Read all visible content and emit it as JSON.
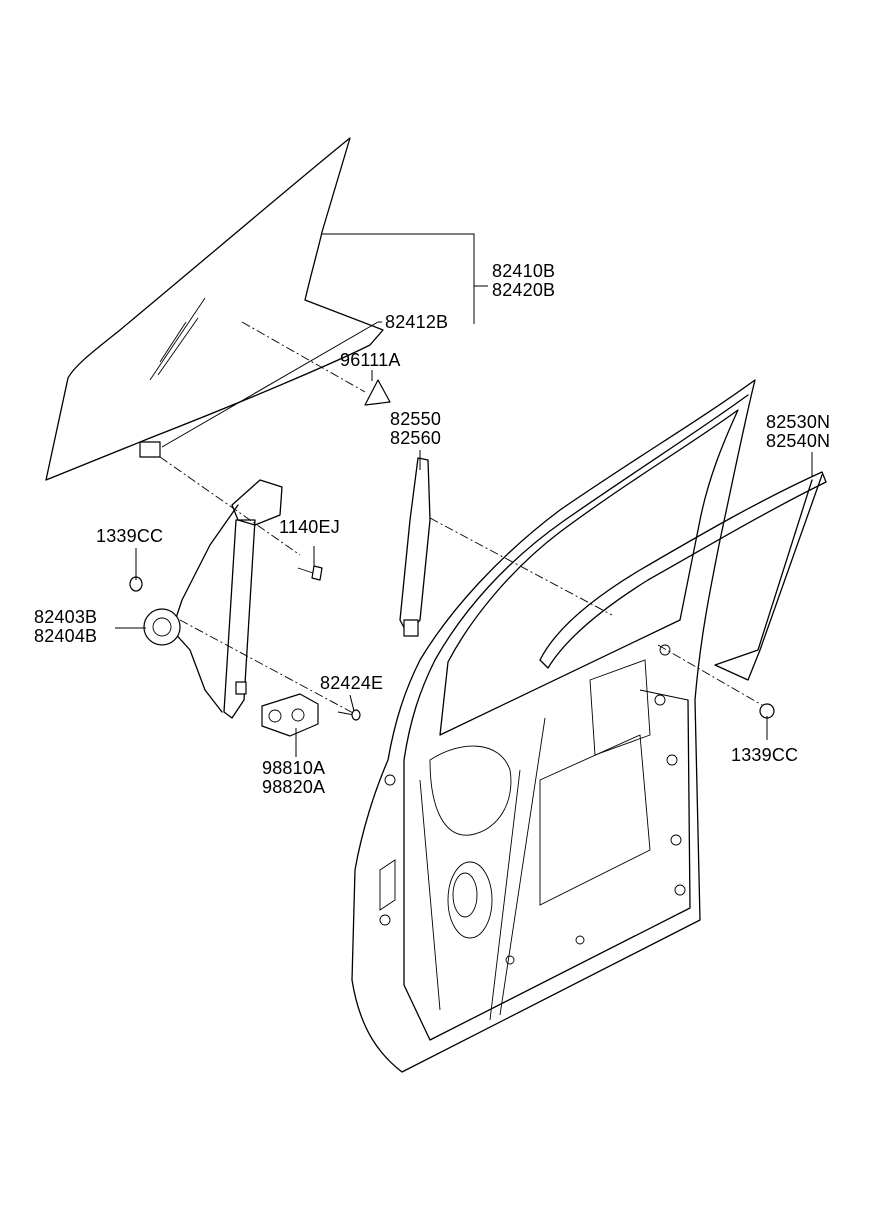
{
  "labels": {
    "glass_upper": "82410B",
    "glass_lower": "82420B",
    "glass_pad": "82412B",
    "reflector": "96111A",
    "channel_upper": "82550",
    "channel_lower": "82560",
    "run_upper": "82530N",
    "run_lower": "82540N",
    "nut_left": "1339CC",
    "bolt": "1140EJ",
    "regulator_upper": "82403B",
    "regulator_lower": "82404B",
    "screw": "82424E",
    "motor_upper": "98810A",
    "motor_lower": "98820A",
    "nut_right": "1339CC"
  }
}
